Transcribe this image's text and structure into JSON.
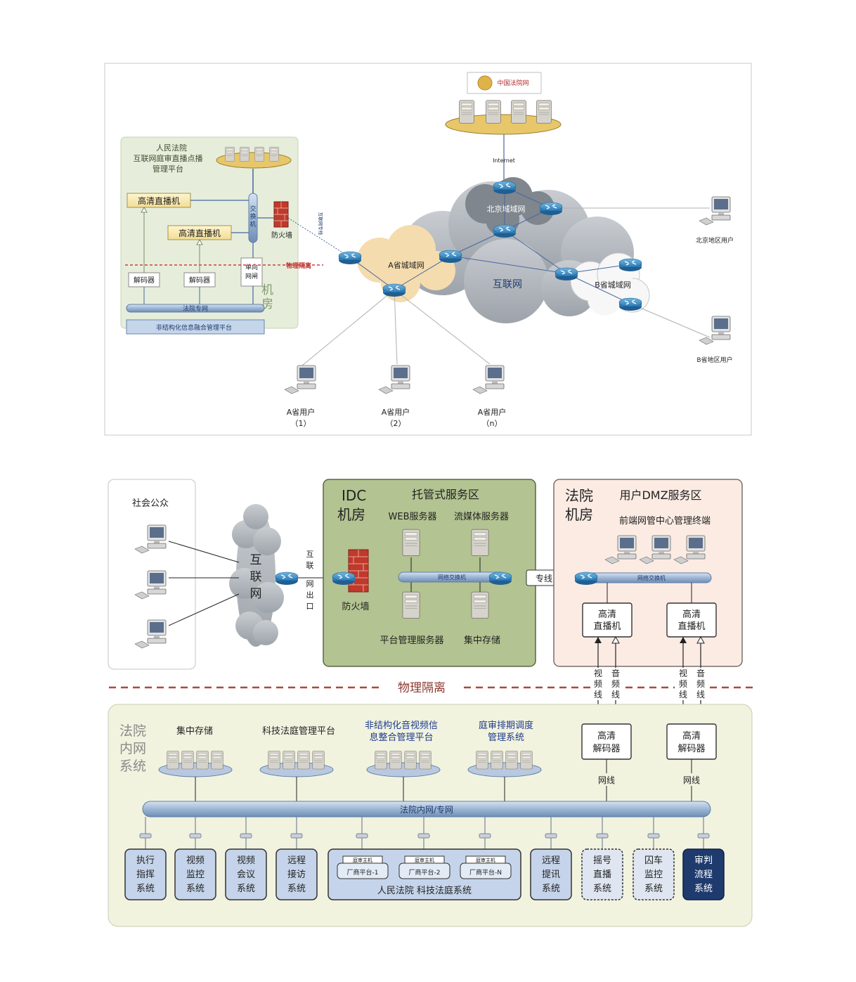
{
  "top": {
    "chinacourt": "中国法院网",
    "internet_link": "Internet",
    "court_platform": [
      "人民法院",
      "互联网庭审直播点播",
      "管理平台"
    ],
    "hd_live_1": "高清直播机",
    "hd_live_2": "高清直播机",
    "switch": "交换机",
    "firewall": "防火墙",
    "gap": [
      "单向",
      "网闸"
    ],
    "phys_isolation": "物理隔离",
    "decoder_1": "解码器",
    "decoder_2": "解码器",
    "court_private_net": "法院专网",
    "unstructured_platform": "非结构化信息融合管理平台",
    "machine_room": "机房",
    "inet_exit": "互联网专线",
    "beijing_man": "北京城域网",
    "a_man": "A省城域网",
    "b_man": "B省城域网",
    "internet": "互联网",
    "beijing_user": "北京地区用户",
    "b_user": "B省地区用户",
    "a_users": [
      {
        "name": "A省用户",
        "idx": "（1）"
      },
      {
        "name": "A省用户",
        "idx": "（2）"
      },
      {
        "name": "A省用户",
        "idx": "（n）"
      }
    ]
  },
  "bottom": {
    "public": "社会公众",
    "internet": "互联网",
    "inet_exit": "互联网出口",
    "idc": [
      "IDC",
      "机房"
    ],
    "hosted": "托管式服务区",
    "web_server": "WEB服务器",
    "media_server": "流媒体服务器",
    "firewall": "防火墙",
    "net_switch": "网络交换机",
    "platform_server": "平台管理服务器",
    "storage": "集中存储",
    "leased_line": "专线",
    "court_room": [
      "法院",
      "机房"
    ],
    "dmz": "用户DMZ服务区",
    "terminals": "前端网管中心管理终端",
    "dmz_switch": "网络交换机",
    "hd_live_1": [
      "高清",
      "直播机"
    ],
    "hd_live_2": [
      "高清",
      "直播机"
    ],
    "video_line": "视频线",
    "audio_line": "音频线",
    "phys_isolation": "物理隔离",
    "intranet_title": [
      "法院",
      "内网",
      "系统"
    ],
    "central_storage": "集中存储",
    "tech_court_platform": "科技法庭管理平台",
    "unstructured": [
      "非结构化音视频信",
      "息整合管理平台"
    ],
    "scheduling": [
      "庭审排期调度",
      "管理系统"
    ],
    "decoder_1": [
      "高清",
      "解码器"
    ],
    "decoder_2": [
      "高清",
      "解码器"
    ],
    "net_line": "网线",
    "intranet_bus": "法院内网/专网",
    "systems": [
      [
        "执行",
        "指挥",
        "系统"
      ],
      [
        "视频",
        "监控",
        "系统"
      ],
      [
        "视频",
        "会议",
        "系统"
      ],
      [
        "远程",
        "接访",
        "系统"
      ]
    ],
    "tech_court": {
      "host": "庭审主机",
      "vendors": [
        "厂商平台-1",
        "厂商平台-2",
        "厂商平台-N"
      ],
      "label": "人民法院 科技法庭系统"
    },
    "systems_right": [
      [
        "远程",
        "提讯",
        "系统"
      ],
      [
        "摇号",
        "直播",
        "系统"
      ],
      [
        "囚车",
        "监控",
        "系统"
      ],
      [
        "审判",
        "流程",
        "系统"
      ]
    ]
  },
  "colors": {
    "green_panel": "#e6eedb",
    "idc_green": "#b3c391",
    "dmz_pink": "#fbebe3",
    "intranet_bg": "#f1f3df",
    "navy": "#1f3b6e",
    "isolation_red": "#b0463a",
    "bus_blue": "#a9c0db"
  }
}
